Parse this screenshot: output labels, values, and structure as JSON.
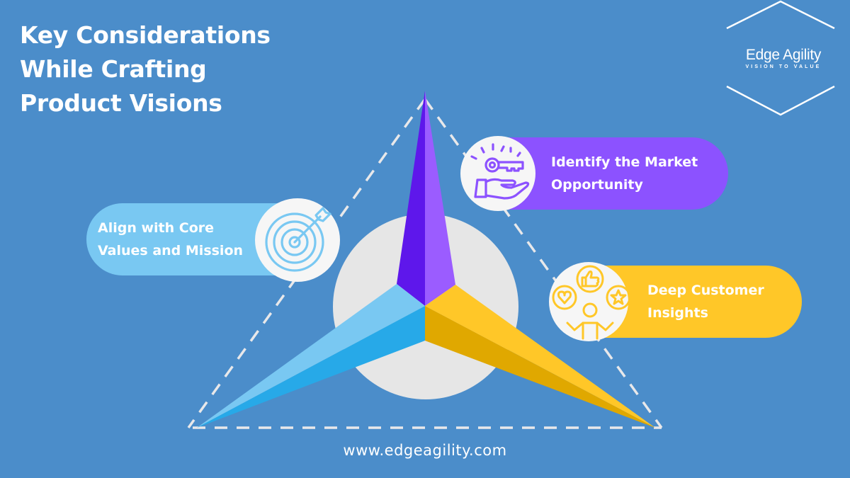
{
  "title": {
    "lines": [
      "Key Considerations",
      "While Crafting",
      "Product Visions"
    ]
  },
  "logo": {
    "name": "Edge Agility",
    "tagline": "VISION TO VALUE"
  },
  "items": [
    {
      "lines": [
        "Identify the Market",
        "Opportunity"
      ],
      "icon": "key-in-hand-icon",
      "color": "#8c52ff"
    },
    {
      "lines": [
        "Align with Core",
        "Values and Mission"
      ],
      "icon": "target-arrow-icon",
      "color": "#79c8f2"
    },
    {
      "lines": [
        "Deep Customer",
        "Insights"
      ],
      "icon": "customer-feedback-icon",
      "color": "#ffc728"
    }
  ],
  "colors": {
    "background": "#4b8dca",
    "center_circle": "#e6e6e6",
    "purple_dark": "#5e17eb",
    "purple_light": "#9b5cff",
    "blue_light": "#79c8f2",
    "blue_dark": "#27a9e8",
    "yellow_light": "#ffc728",
    "yellow_dark": "#e0a800"
  },
  "footer": {
    "url": "www.edgeagility.com"
  }
}
